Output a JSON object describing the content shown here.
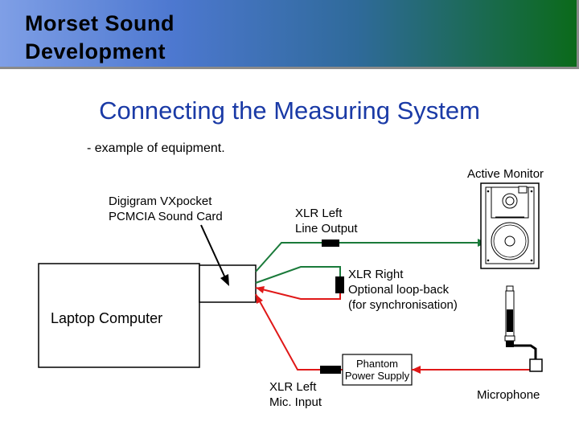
{
  "header": {
    "company_line1": "Morset Sound",
    "company_line2": "Development"
  },
  "slide": {
    "title": "Connecting the Measuring System",
    "subtitle": "- example of equipment."
  },
  "diagram": {
    "laptop_label": "Laptop Computer",
    "soundcard_line1": "Digigram VXpocket",
    "soundcard_line2": "PCMCIA Sound Card",
    "xlr_left_out_line1": "XLR Left",
    "xlr_left_out_line2": "Line Output",
    "xlr_right_line1": "XLR Right",
    "xlr_right_line2": "Optional loop-back",
    "xlr_right_line3": "(for synchronisation)",
    "xlr_left_mic_line1": "XLR Left",
    "xlr_left_mic_line2": "Mic. Input",
    "phantom_line1": "Phantom",
    "phantom_line2": "Power Supply",
    "monitor_label": "Active Monitor",
    "microphone_label": "Microphone",
    "colors": {
      "output_cable": "#1a7a3a",
      "input_cable": "#e01818",
      "title": "#1a3aa6"
    }
  }
}
